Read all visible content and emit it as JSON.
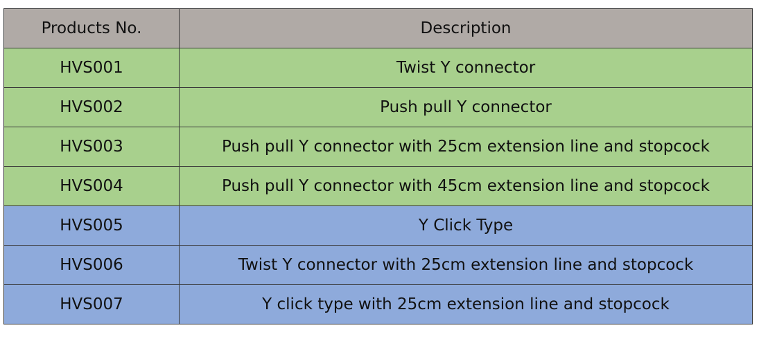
{
  "table": {
    "headers": [
      "Products No.",
      "Description"
    ],
    "rows": [
      {
        "product_no": "HVS001",
        "description": "Twist Y connector",
        "group": "green"
      },
      {
        "product_no": "HVS002",
        "description": "Push pull Y connector",
        "group": "green"
      },
      {
        "product_no": "HVS003",
        "description": "Push pull Y connector with 25cm extension line and stopcock",
        "group": "green"
      },
      {
        "product_no": "HVS004",
        "description": "Push pull Y connector with 45cm extension line and stopcock",
        "group": "green"
      },
      {
        "product_no": "HVS005",
        "description": "Y Click Type",
        "group": "blue"
      },
      {
        "product_no": "HVS006",
        "description": "Twist Y connector with 25cm extension line and stopcock",
        "group": "blue"
      },
      {
        "product_no": "HVS007",
        "description": "Y click type with 25cm extension line and stopcock",
        "group": "blue"
      }
    ]
  },
  "colors": {
    "header": "#b0aaa6",
    "green": "#a8d08d",
    "blue": "#8eaadb",
    "border": "#3a3a3a"
  }
}
